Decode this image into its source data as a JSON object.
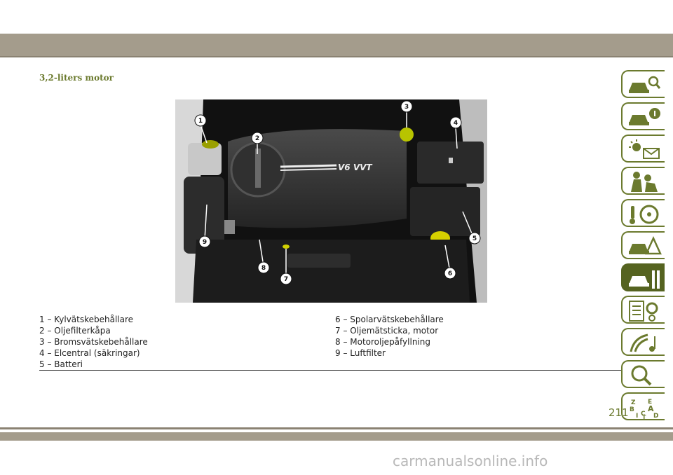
{
  "section_title": "3,2-liters motor",
  "legend_left": [
    "1 – Kylvätskebehållare",
    "2 – Oljefilterkåpa",
    "3 – Bromsvätskebehållare",
    "4 – Elcentral (säkringar)",
    "5 – Batteri"
  ],
  "legend_right": [
    "6 – Spolarvätskebehållare",
    "7 – Oljemätsticka, motor",
    "8 – Motoroljepåfyllning",
    "9 – Luftfilter"
  ],
  "photo_badge": "V6 VVT",
  "photo_callouts": [
    "1",
    "2",
    "3",
    "4",
    "5",
    "6",
    "7",
    "8",
    "9"
  ],
  "tabs": [
    {
      "icon": "car-search-icon"
    },
    {
      "icon": "car-info-icon"
    },
    {
      "icon": "warning-lights-message-icon"
    },
    {
      "icon": "airbag-seat-icon"
    },
    {
      "icon": "steering-wheel-icon"
    },
    {
      "icon": "car-hazard-icon"
    },
    {
      "icon": "car-service-wrench-icon",
      "active": true
    },
    {
      "icon": "specs-list-gear-icon"
    },
    {
      "icon": "multimedia-music-icon"
    },
    {
      "icon": "search-magnifier-icon"
    },
    {
      "icon": "index-letters-icon",
      "letters": [
        "Z",
        "E",
        "B",
        "A",
        "I",
        "C",
        "T",
        "D"
      ]
    }
  ],
  "colors": {
    "accent": "#6b7a2e",
    "active_tab": "#556320",
    "band": "#a49c8c",
    "callout": "#ffffff"
  },
  "page_number": "211",
  "watermark": "carmanualsonline.info"
}
